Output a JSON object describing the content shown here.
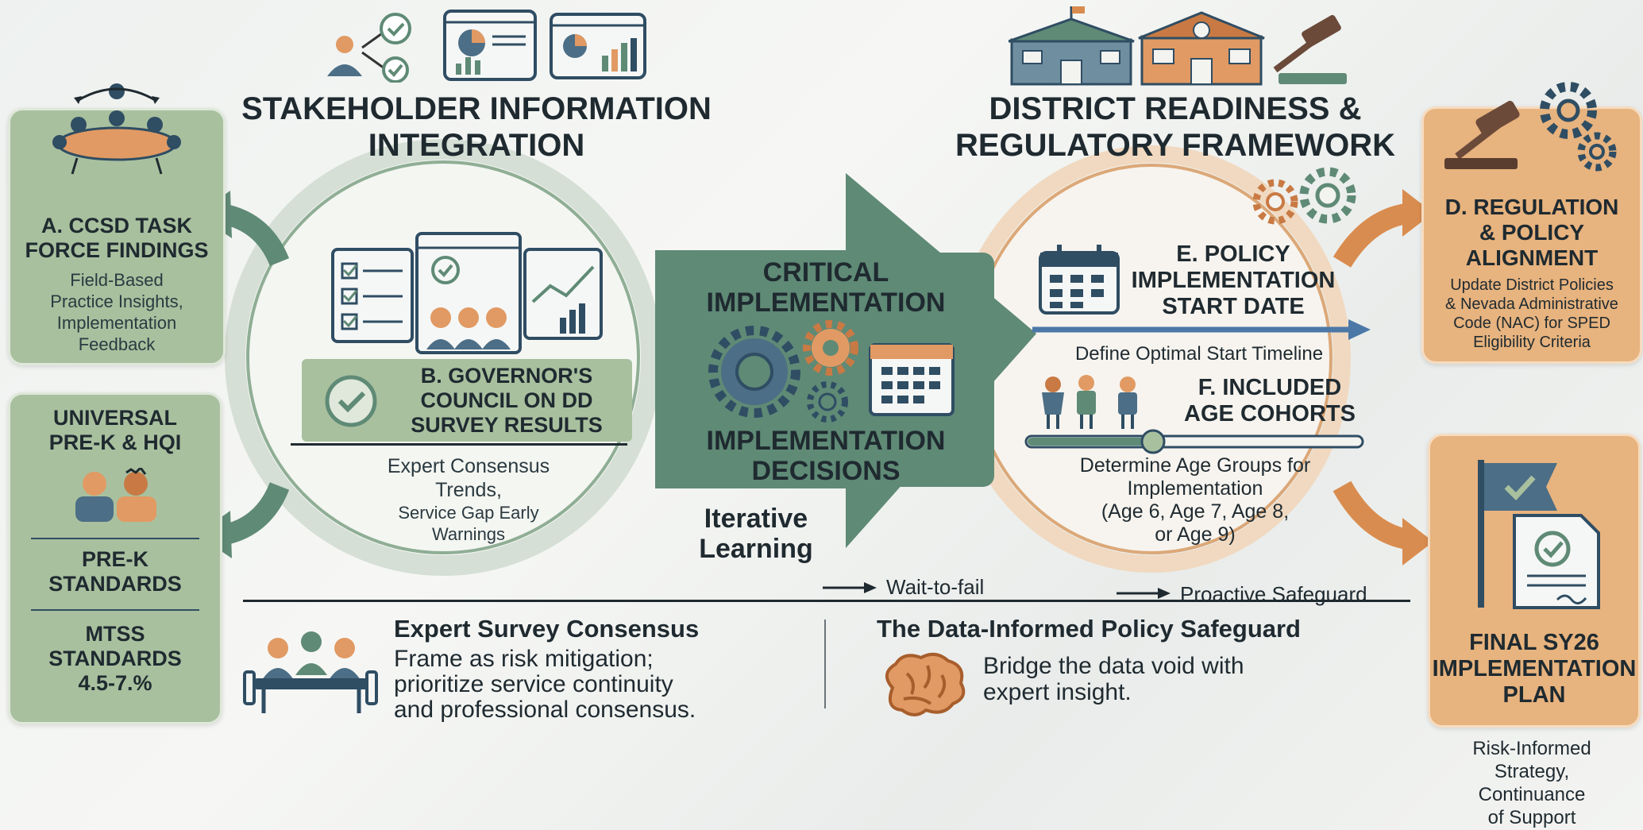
{
  "header_left": {
    "title": "STAKEHOLDER INFORMATION\nINTEGRATION"
  },
  "header_right": {
    "title": "DISTRICT READINESS &\nREGULATORY FRAMEWORK"
  },
  "card_a": {
    "title": "A. CCSD TASK\nFORCE FINDINGS",
    "body": "Field-Based\nPractice Insights,\nImplementation\nFeedback"
  },
  "card_universal": {
    "title1": "UNIVERSAL\nPRE-K & HQI",
    "title2": "PRE-K\nSTANDARDS",
    "title3": "MTSS\nSTANDARDS\n4.5-7.%"
  },
  "card_b": {
    "title": "B. GOVERNOR'S\nCOUNCIL ON DD\nSURVEY RESULTS",
    "body1": "Expert Consensus\nTrends,",
    "body2": "Service Gap Early\nWarnings"
  },
  "center_arrow": {
    "top": "CRITICAL\nIMPLEMENTATION",
    "bottom": "IMPLEMENTATION\nDECISIONS"
  },
  "iterative_label": "Iterative\nLearning",
  "card_e": {
    "title": "E. POLICY\nIMPLEMENTATION\nSTART DATE",
    "body": "Define Optimal Start Timeline"
  },
  "card_f": {
    "title": "F. INCLUDED\nAGE COHORTS",
    "body": "Determine Age Groups for\nImplementation\n(Age 6, Age 7, Age 8,\nor Age 9)"
  },
  "card_d": {
    "title": "D. REGULATION\n& POLICY\nALIGNMENT",
    "body": "Update District Policies\n& Nevada Administrative\nCode (NAC) for SPED\nEligibility Criteria"
  },
  "card_final": {
    "title": "FINAL SY26\nIMPLEMENTATION\nPLAN",
    "caption": "Risk-Informed\nStrategy,\nContinuance\nof Support"
  },
  "timeline": {
    "label_left": "Wait-to-fail",
    "label_right": "Proactive Safeguard"
  },
  "expert_survey": {
    "title": "Expert Survey Consensus",
    "body": "Frame as risk mitigation;\nprioritize service continuity\nand professional consensus."
  },
  "safeguard": {
    "title": "The Data-Informed Policy Safeguard",
    "body": "Bridge the data void with\nexpert insight."
  },
  "colors": {
    "green": "#5f8a76",
    "green_light": "#a9c09f",
    "orange": "#d98c4f",
    "orange_light": "#e7b37e",
    "navy": "#2f4d63",
    "arrow_blue": "#4c78a8"
  },
  "icons": [
    "meeting-icon",
    "checklist-icon",
    "pie-chart-icon",
    "bar-chart-icon",
    "school-icon",
    "gavel-icon",
    "gear-icon",
    "calendar-icon",
    "children-icon",
    "flag-icon",
    "document-check-icon",
    "brain-icon",
    "team-table-icon"
  ]
}
